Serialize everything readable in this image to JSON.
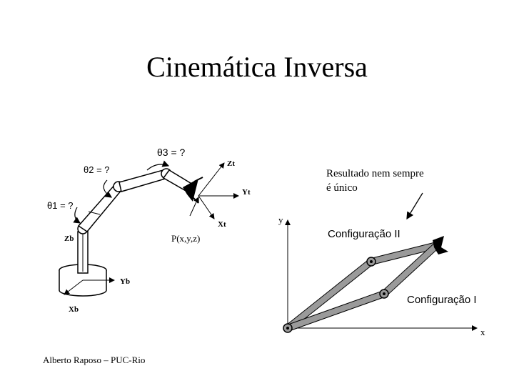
{
  "title": "Cinemática Inversa",
  "footer": "Alberto Raposo – PUC-Rio",
  "left_diagram": {
    "theta3": "θ3 = ?",
    "theta2": "θ2 = ?",
    "theta1": "θ1 = ?",
    "frame_tool": {
      "z": "Zt",
      "y": "Yt",
      "x": "Xt"
    },
    "frame_base": {
      "z": "Zb",
      "y": "Yb",
      "x": "Xb"
    },
    "target": "P(x,y,z)"
  },
  "right_diagram": {
    "note_line1": "Resultado nem sempre",
    "note_line2": "é único",
    "axis_y": "y",
    "axis_x": "x",
    "config2": "Configuração II",
    "config1": "Configuração I"
  },
  "colors": {
    "link_fill": "#9a9a9a",
    "ink": "#000000"
  }
}
